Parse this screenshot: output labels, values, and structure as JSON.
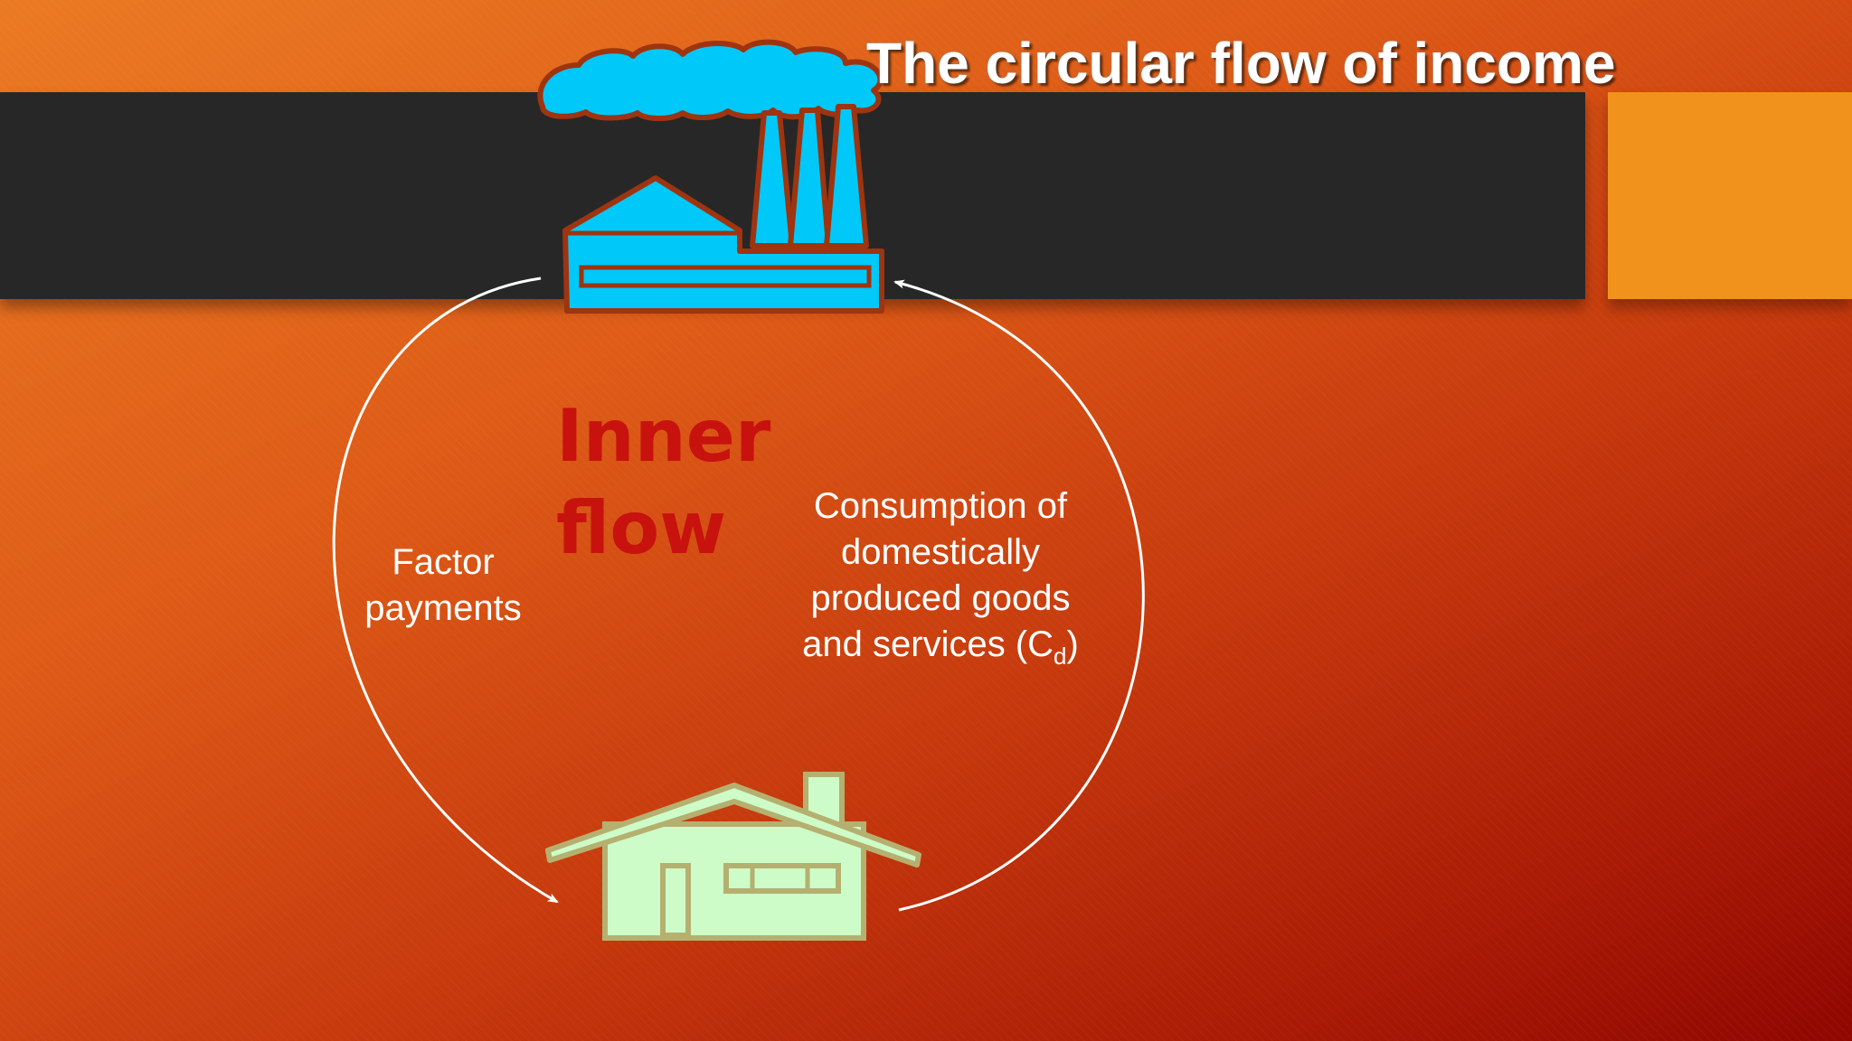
{
  "slide": {
    "title": "The circular flow of income",
    "colors": {
      "band": "#272727",
      "accent": "#f0921c",
      "inner_flow_text": "#c8120e",
      "factory_fill": "#00c8f8",
      "factory_outline": "#9e3410",
      "house_fill": "#cdfcc8",
      "house_outline": "#b5b070",
      "flow_arrow": "#ffffff"
    }
  },
  "diagram": {
    "heading_line1": "Inner",
    "heading_line2": "flow",
    "left_arrow": {
      "label_line1": "Factor",
      "label_line2": "payments"
    },
    "right_arrow": {
      "label_line1": "Consumption of",
      "label_line2": "domestically",
      "label_line3": "produced goods",
      "label_line4": "and services (C",
      "label_subscript": "d",
      "label_suffix": ")"
    },
    "top_icon": "factory-icon",
    "bottom_icon": "house-icon"
  }
}
